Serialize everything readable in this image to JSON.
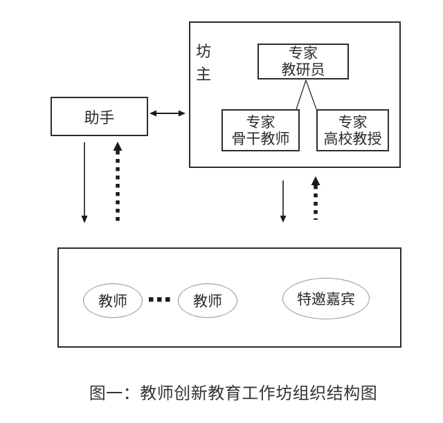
{
  "colors": {
    "background": "#ffffff",
    "box_border": "#2b2b2b",
    "line_color": "#1a1a1a",
    "ellipse_stroke": "#8795a3",
    "text": "#2b2b2b"
  },
  "nodes": {
    "assistant": {
      "label": "助手"
    },
    "workshop_leader": {
      "label": "坊主"
    },
    "expert_researcher": {
      "line1": "专家",
      "line2": "教研员"
    },
    "expert_backbone": {
      "line1": "专家",
      "line2": "骨干教师"
    },
    "expert_professor": {
      "line1": "专家",
      "line2": "高校教授"
    },
    "teacher_left": {
      "label": "教师"
    },
    "teacher_right": {
      "label": "教师"
    },
    "special_guest": {
      "label": "特邀嘉宾"
    }
  },
  "caption": "图一：教师创新教育工作坊组织结构图"
}
